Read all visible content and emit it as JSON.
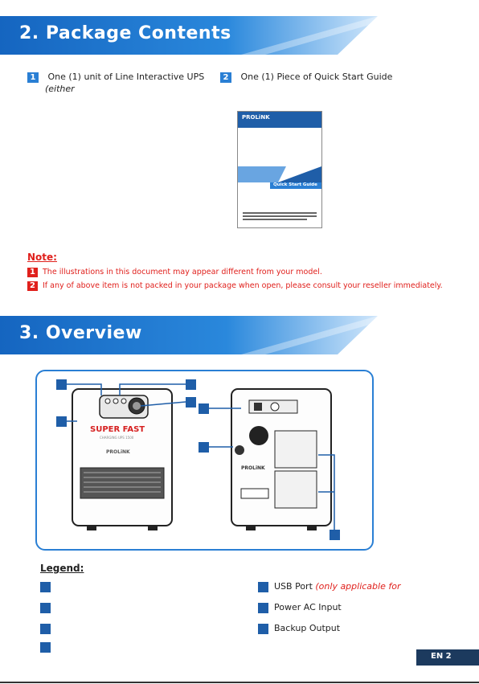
{
  "section2": {
    "title": "2. Package Contents",
    "item1_num": "1",
    "item1_text": "One (1) unit of Line Interactive UPS",
    "item1_sub": "(either",
    "item2_num": "2",
    "item2_text": "One (1) Piece of Quick Start Guide"
  },
  "guide": {
    "brand": "PROLiNK",
    "title": "Quick Start Guide"
  },
  "note": {
    "title": "Note:",
    "lines": [
      {
        "num": "1",
        "text": "The illustrations in this document may appear different from your model."
      },
      {
        "num": "2",
        "text": "If any of above item is not packed in your package when open, please consult your reseller immediately."
      }
    ]
  },
  "section3": {
    "title": "3. Overview"
  },
  "device": {
    "brand_front": "SUPER FAST",
    "sub_front": "CHARGING UPS 1500",
    "logo": "PROLiNK",
    "logo_back": "PROLiNK"
  },
  "legend": {
    "title": "Legend:",
    "right": [
      {
        "text": "USB Port",
        "note": "(only applicable for"
      },
      {
        "text": "Power AC Input",
        "note": ""
      },
      {
        "text": "Backup Output",
        "note": ""
      }
    ]
  },
  "footer": {
    "page": "EN 2"
  },
  "colors": {
    "accent_blue": "#2a7fd4",
    "dark_blue": "#1f5ea8",
    "note_red": "#e0201c",
    "tab_navy": "#1c3a5e"
  }
}
